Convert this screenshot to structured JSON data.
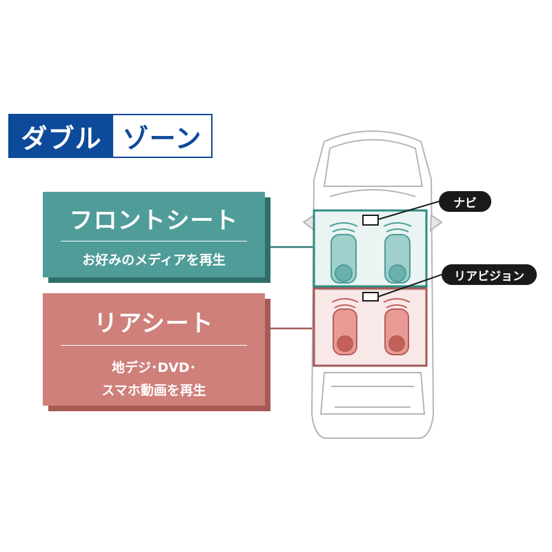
{
  "title": {
    "left": "ダブル",
    "right": "ゾーン"
  },
  "front_zone": {
    "title": "フロントシート",
    "description": "お好みのメディアを再生"
  },
  "rear_zone": {
    "title": "リアシート",
    "description_line1": "地デジ･DVD･",
    "description_line2": "スマホ動画を再生"
  },
  "callouts": {
    "navi": "ナビ",
    "rear_vision": "リアビジョン"
  },
  "colors": {
    "brand_blue": "#0d4a9a",
    "front_teal": "#4f9c98",
    "rear_red": "#cf807b"
  }
}
